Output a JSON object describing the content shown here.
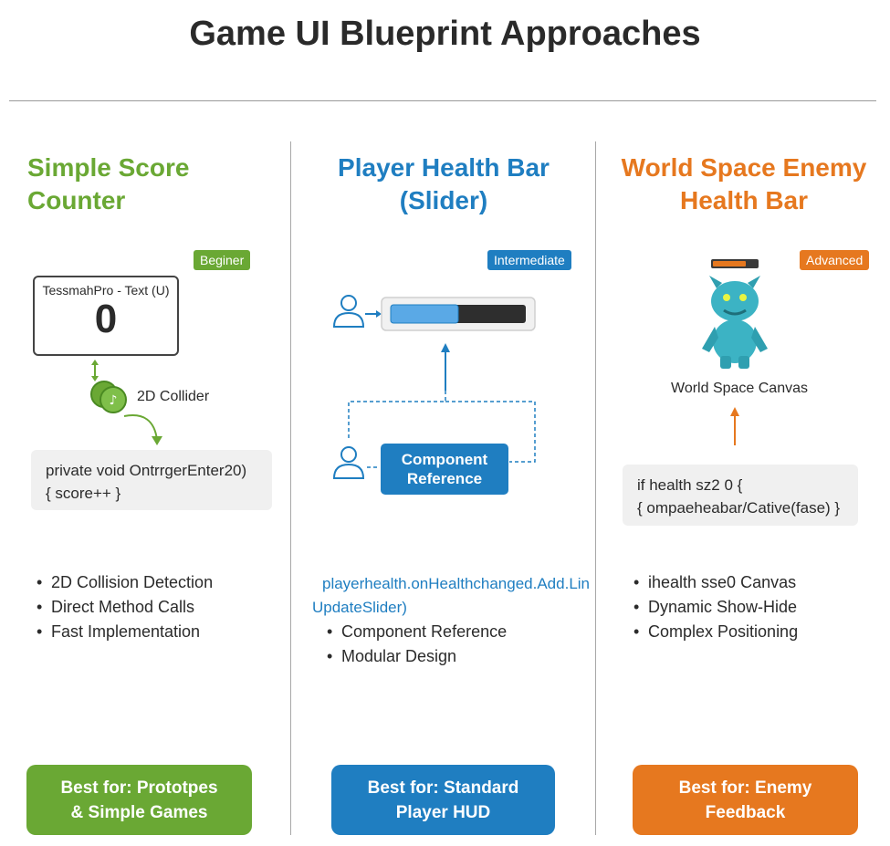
{
  "title": "Game UI Blueprint Approaches",
  "colors": {
    "green": "#6aa834",
    "blue": "#1f7ec1",
    "orange": "#e6781f"
  },
  "col1": {
    "heading_line1": "Simple Score",
    "heading_line2": "Counter",
    "badge": "Beginer",
    "text_box_label": "TessmahPro - Text (U)",
    "score_value": "0",
    "collider_label": "2D Collider",
    "collider_icon": "coins-icon",
    "code_line1": "private void OntrrgerEnter20)",
    "code_line2": "{ score++ }",
    "bullets": [
      "2D Collision Detection",
      "Direct Method Calls",
      "Fast Implementation"
    ],
    "best_line1": "Best for: Prototpes",
    "best_line2": "& Simple Games"
  },
  "col2": {
    "heading_line1": "Player Health Bar",
    "heading_line2": "(Slider)",
    "badge": "Intermediate",
    "slider_fill_fraction": 0.5,
    "component_line1": "Component",
    "component_line2": "Reference",
    "code_line1": "playerhealth.onHealthchanged.Add.Lin",
    "code_line2": "UpdateSlider)",
    "bullets": [
      "Component Reference",
      "Modular Design"
    ],
    "best_line1": "Best for: Standard",
    "best_line2": "Player HUD"
  },
  "col3": {
    "heading_line1": "World Space Enemy",
    "heading_line2": "Health Bar",
    "badge": "Advanced",
    "enemy_icon": "monster-icon",
    "enemy_health_fraction": 0.75,
    "canvas_label": "World Space Canvas",
    "code_line1": "if health sz2 0 {",
    "code_line2": "{ ompaeheabar/Cative(fase) }",
    "bullets": [
      "ihealth sse0 Canvas",
      "Dynamic Show-Hide",
      "Complex Positioning"
    ],
    "best_line1": "Best for: Enemy",
    "best_line2": "Feedback"
  }
}
